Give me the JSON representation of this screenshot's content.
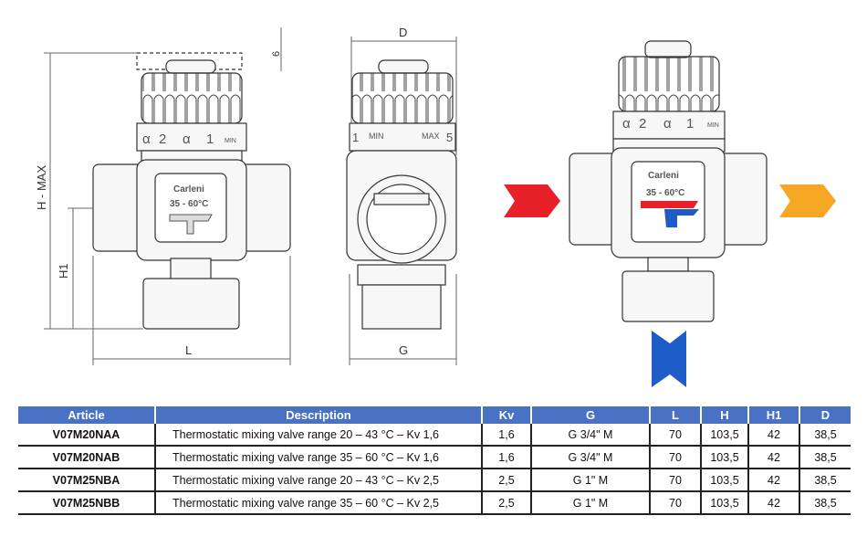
{
  "drawing": {
    "dimensions": {
      "h_max": "H - MAX",
      "h1": "H1",
      "l": "L",
      "d": "D",
      "g": "G",
      "six": "6"
    },
    "dial": {
      "marks": [
        "α",
        "2",
        "α",
        "1",
        "MIN"
      ]
    },
    "side_dial": {
      "left": "1",
      "min": "MIN",
      "max": "MAX",
      "right": "5"
    },
    "label_temp": "35 - 60°C",
    "logo_text": "Carleni",
    "flow_colors": {
      "hot": "#e8202a",
      "mixed": "#f5a623",
      "cold": "#1e5cc8"
    }
  },
  "table": {
    "headers": [
      "Article",
      "Description",
      "Kv",
      "G",
      "L",
      "H",
      "H1",
      "D"
    ],
    "rows": [
      [
        "V07M20NAA",
        "Thermostatic mixing valve range 20 – 43 °C – Kv 1,6",
        "1,6",
        "G 3/4\" M",
        "70",
        "103,5",
        "42",
        "38,5"
      ],
      [
        "V07M20NAB",
        "Thermostatic mixing valve range 35 – 60 °C – Kv 1,6",
        "1,6",
        "G 3/4\" M",
        "70",
        "103,5",
        "42",
        "38,5"
      ],
      [
        "V07M25NBA",
        "Thermostatic mixing valve range 20 – 43 °C – Kv 2,5",
        "2,5",
        "G 1\" M",
        "70",
        "103,5",
        "42",
        "38,5"
      ],
      [
        "V07M25NBB",
        "Thermostatic mixing valve range 35 – 60 °C – Kv 2,5",
        "2,5",
        "G 1\" M",
        "70",
        "103,5",
        "42",
        "38,5"
      ]
    ],
    "header_color": "#4a72c4"
  }
}
